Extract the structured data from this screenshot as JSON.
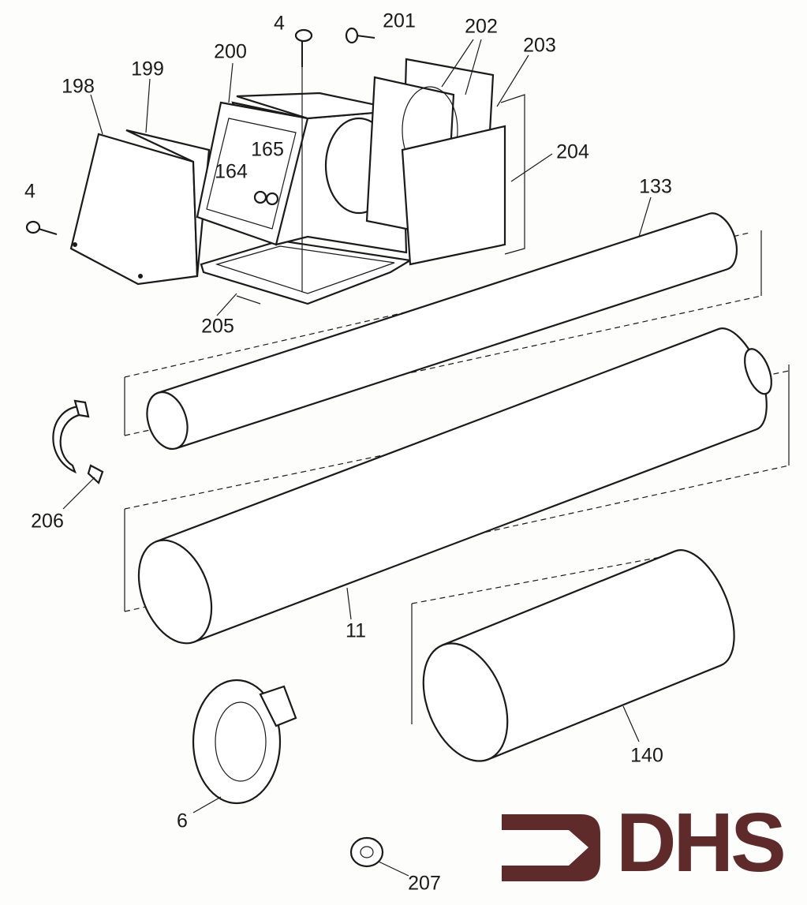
{
  "title": "Exploded parts diagram",
  "parts": {
    "screw_top": "4",
    "screw_left": "4",
    "p201": "201",
    "p202": "202",
    "p203": "203",
    "p200": "200",
    "p199": "199",
    "p198": "198",
    "p204": "204",
    "p133": "133",
    "p165": "165",
    "p164": "164",
    "p205": "205",
    "p206": "206",
    "p11": "11",
    "p140": "140",
    "p6": "6",
    "p207": "207"
  },
  "logo": {
    "text": "DHS",
    "color": "#5e2a2a"
  }
}
